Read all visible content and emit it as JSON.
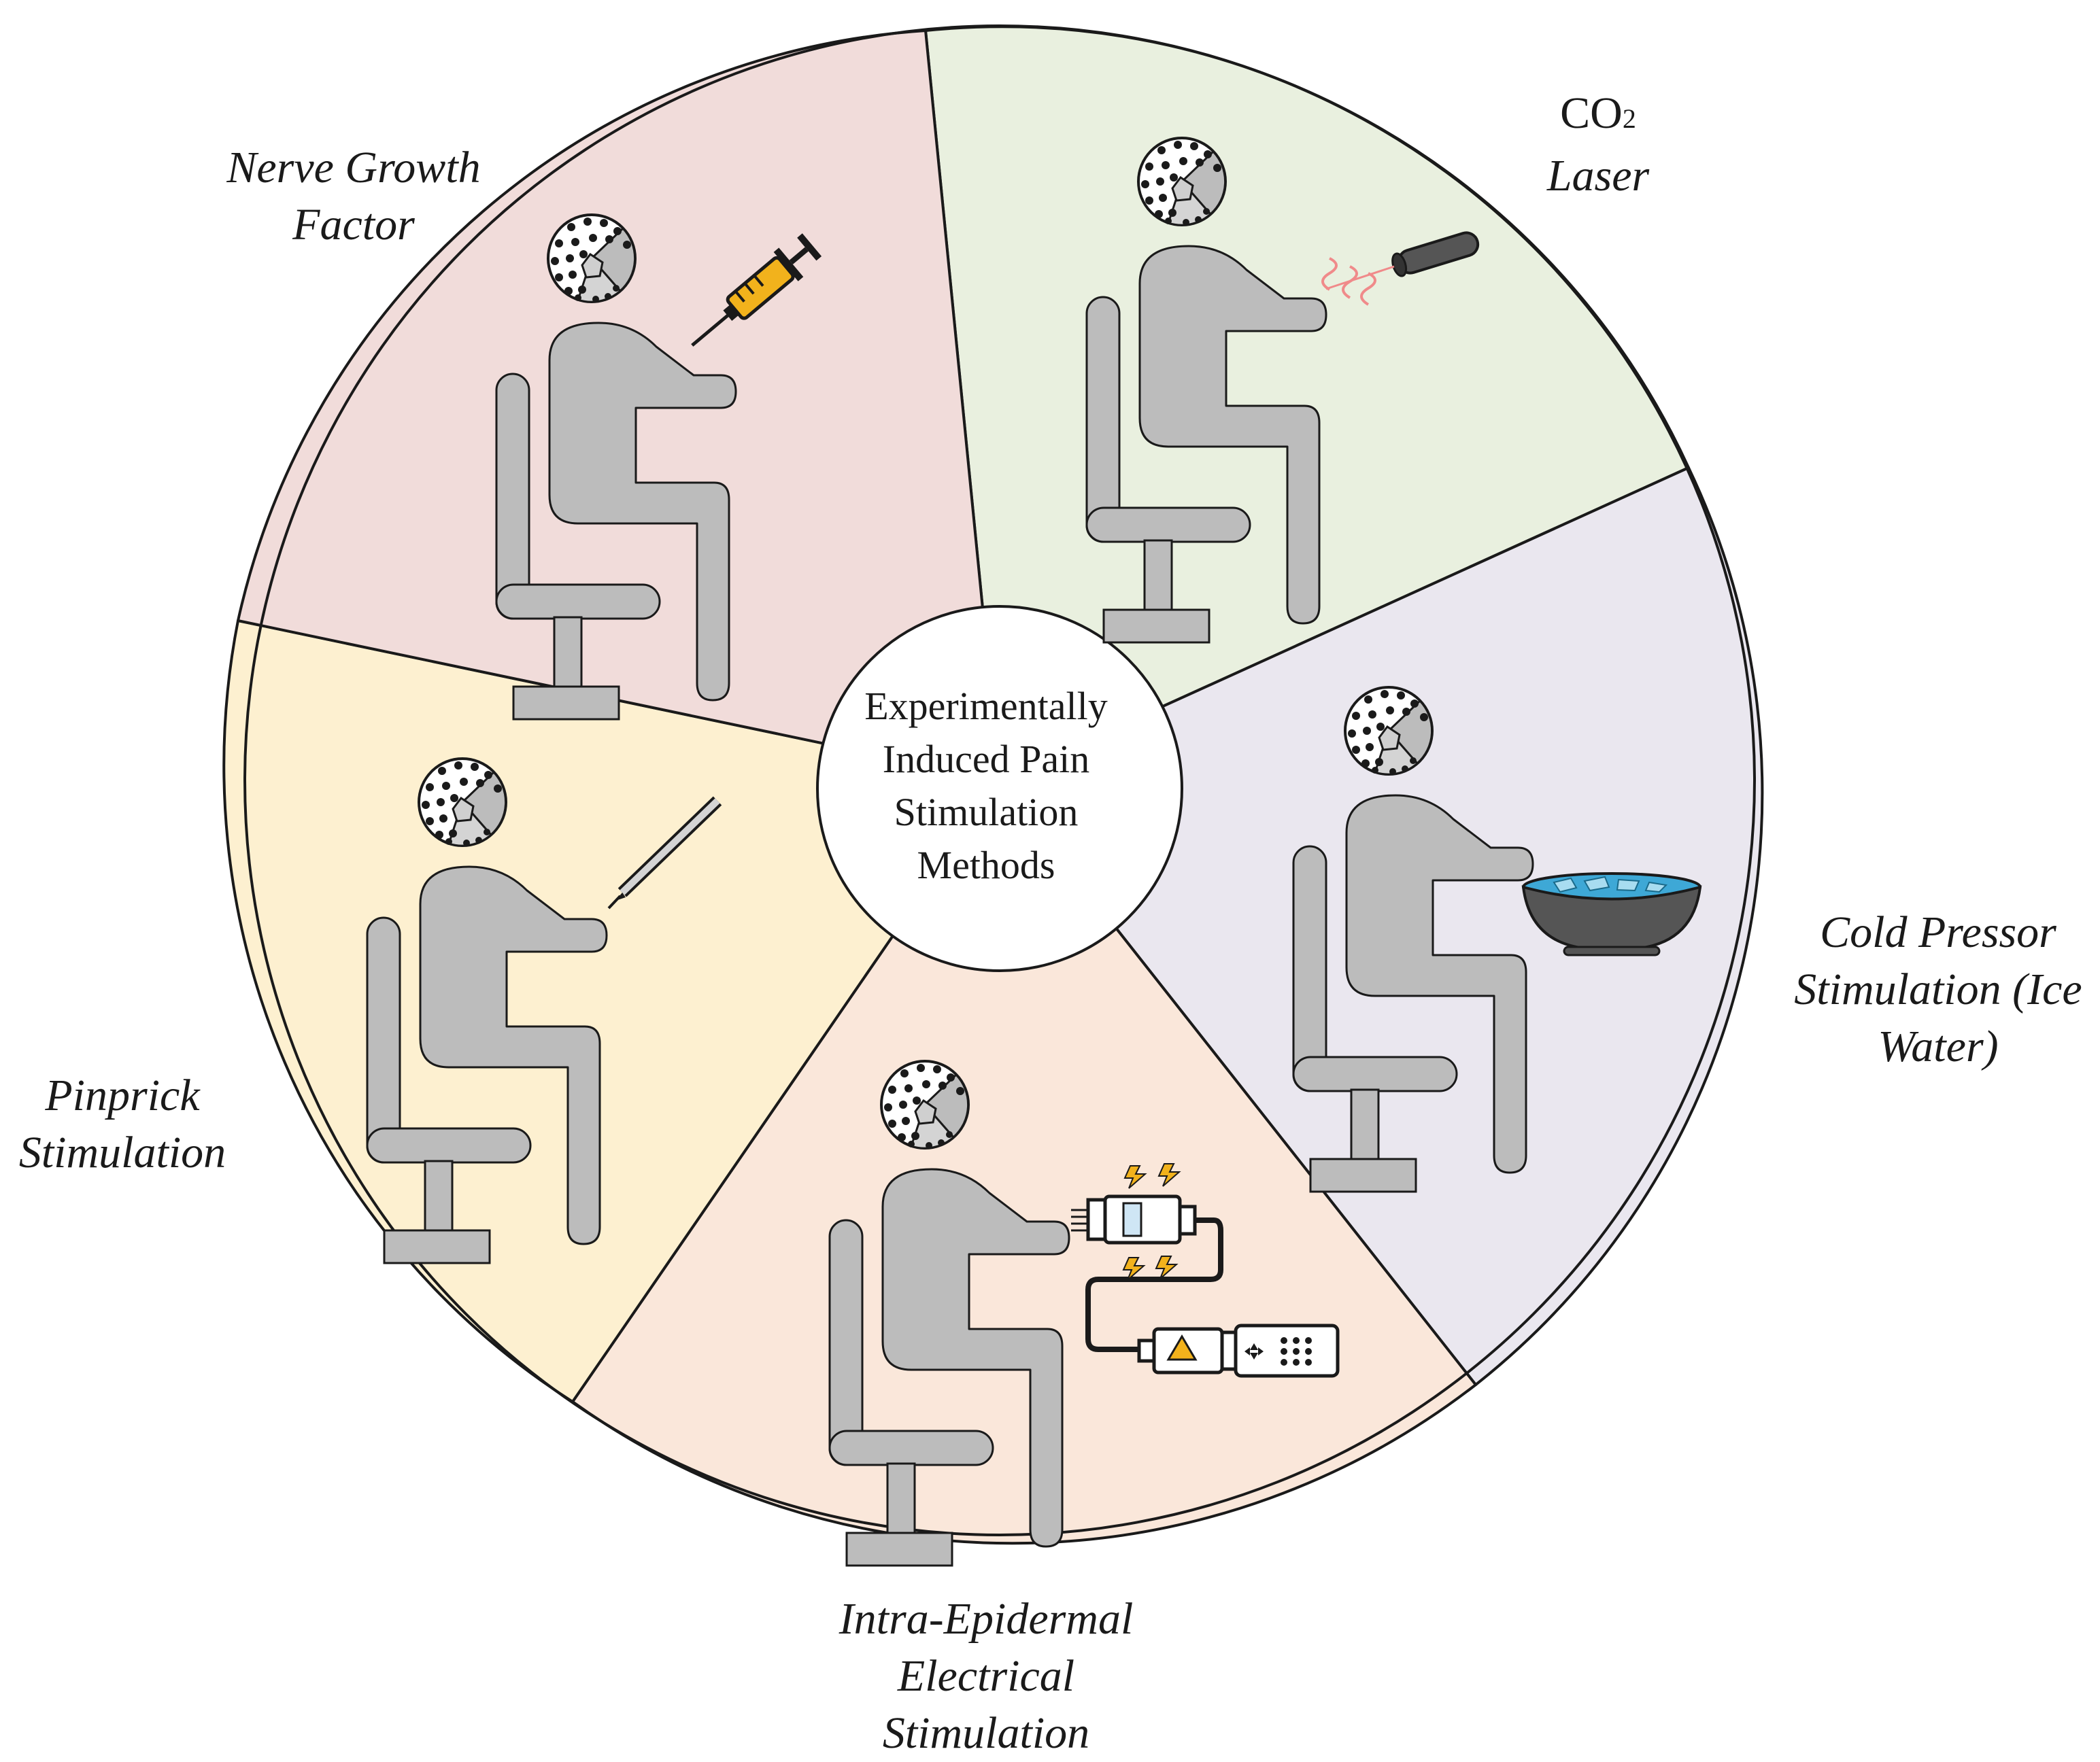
{
  "center": {
    "lines": [
      "Experimentally",
      "Induced Pain",
      "Stimulation",
      "Methods"
    ]
  },
  "segments": [
    {
      "id": "co2",
      "lines": [
        "CO",
        "Laser"
      ],
      "subscript": "2",
      "color": "#e9f0df"
    },
    {
      "id": "cold",
      "lines": [
        "Cold Pressor",
        "Stimulation (Ice",
        "Water)"
      ],
      "color": "#eae7ef"
    },
    {
      "id": "ieds",
      "lines": [
        "Intra-Epidermal",
        "Electrical",
        "Stimulation"
      ],
      "color": "#fae7da"
    },
    {
      "id": "pinprick",
      "lines": [
        "Pinprick",
        "Stimulation"
      ],
      "color": "#fdf0d0"
    },
    {
      "id": "ngf",
      "lines": [
        "Nerve Growth",
        "Factor"
      ],
      "color": "#f1dcda"
    }
  ],
  "icons": {
    "person": "seated-person-eeg-cap-icon",
    "syringe": "syringe-icon",
    "laser": "laser-device-icon",
    "bowl": "ice-water-bowl-icon",
    "electrode": "electrode-stimulator-icon",
    "pin": "pinprick-probe-icon"
  },
  "colors": {
    "person_fill": "#bcbcbc",
    "outline": "#1a1a1a",
    "syringe_accent": "#f2b21c",
    "laser_heat": "#f08a8a",
    "ice": "#3ea8d6",
    "bowl": "#555555",
    "spark": "#f2b21c"
  }
}
